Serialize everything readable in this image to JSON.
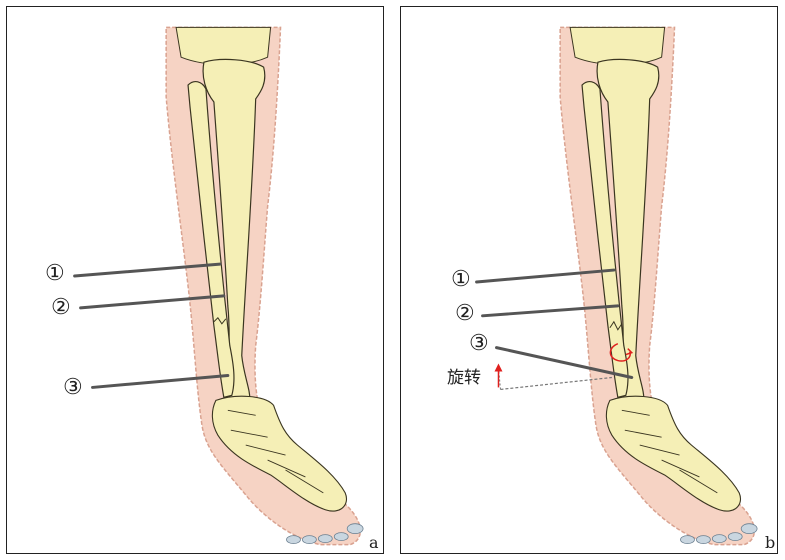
{
  "figure": {
    "panel_a": {
      "letter": "a",
      "markers": [
        "①",
        "②",
        "③"
      ]
    },
    "panel_b": {
      "letter": "b",
      "markers": [
        "①",
        "②",
        "③"
      ],
      "rotation_label": "旋转"
    },
    "colors": {
      "skin": "#f6d3c4",
      "skin_edge": "#d9a290",
      "bone": "#f5efb6",
      "bone_edge": "#3a3520",
      "pin": "#555555",
      "arrow": "#e0201e"
    }
  }
}
